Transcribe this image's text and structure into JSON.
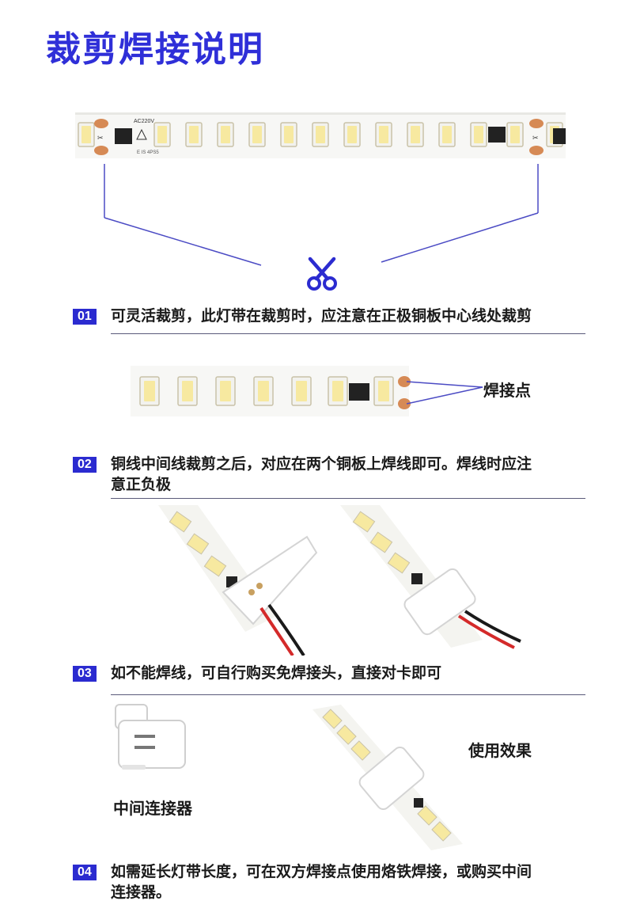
{
  "title": "裁剪焊接说明",
  "strip_marking": {
    "voltage": "AC220V",
    "code": "E IS 4PS5"
  },
  "steps": [
    {
      "num": "01",
      "text": "可灵活裁剪，此灯带在裁剪时，应注意在正极铜板中心线处裁剪"
    },
    {
      "num": "02",
      "text_line1": "铜线中间线裁剪之后，对应在两个铜板上焊线即可。焊线时应注",
      "text_line2": "意正负极"
    },
    {
      "num": "03",
      "text": "如不能焊线，可自行购买免焊接头，直接对卡即可"
    },
    {
      "num": "04",
      "text_line1": "如需延长灯带长度，可在双方焊接点使用烙铁焊接，或购买中间",
      "text_line2": "连接器。"
    }
  ],
  "labels": {
    "solder_point": "焊接点",
    "usage_effect": "使用效果",
    "middle_connector": "中间连接器"
  },
  "colors": {
    "accent": "#2b2bd0",
    "led_yellow": "#f7e9a0",
    "copper": "#d68a55"
  },
  "icons": {
    "cut": "scissors-icon"
  }
}
